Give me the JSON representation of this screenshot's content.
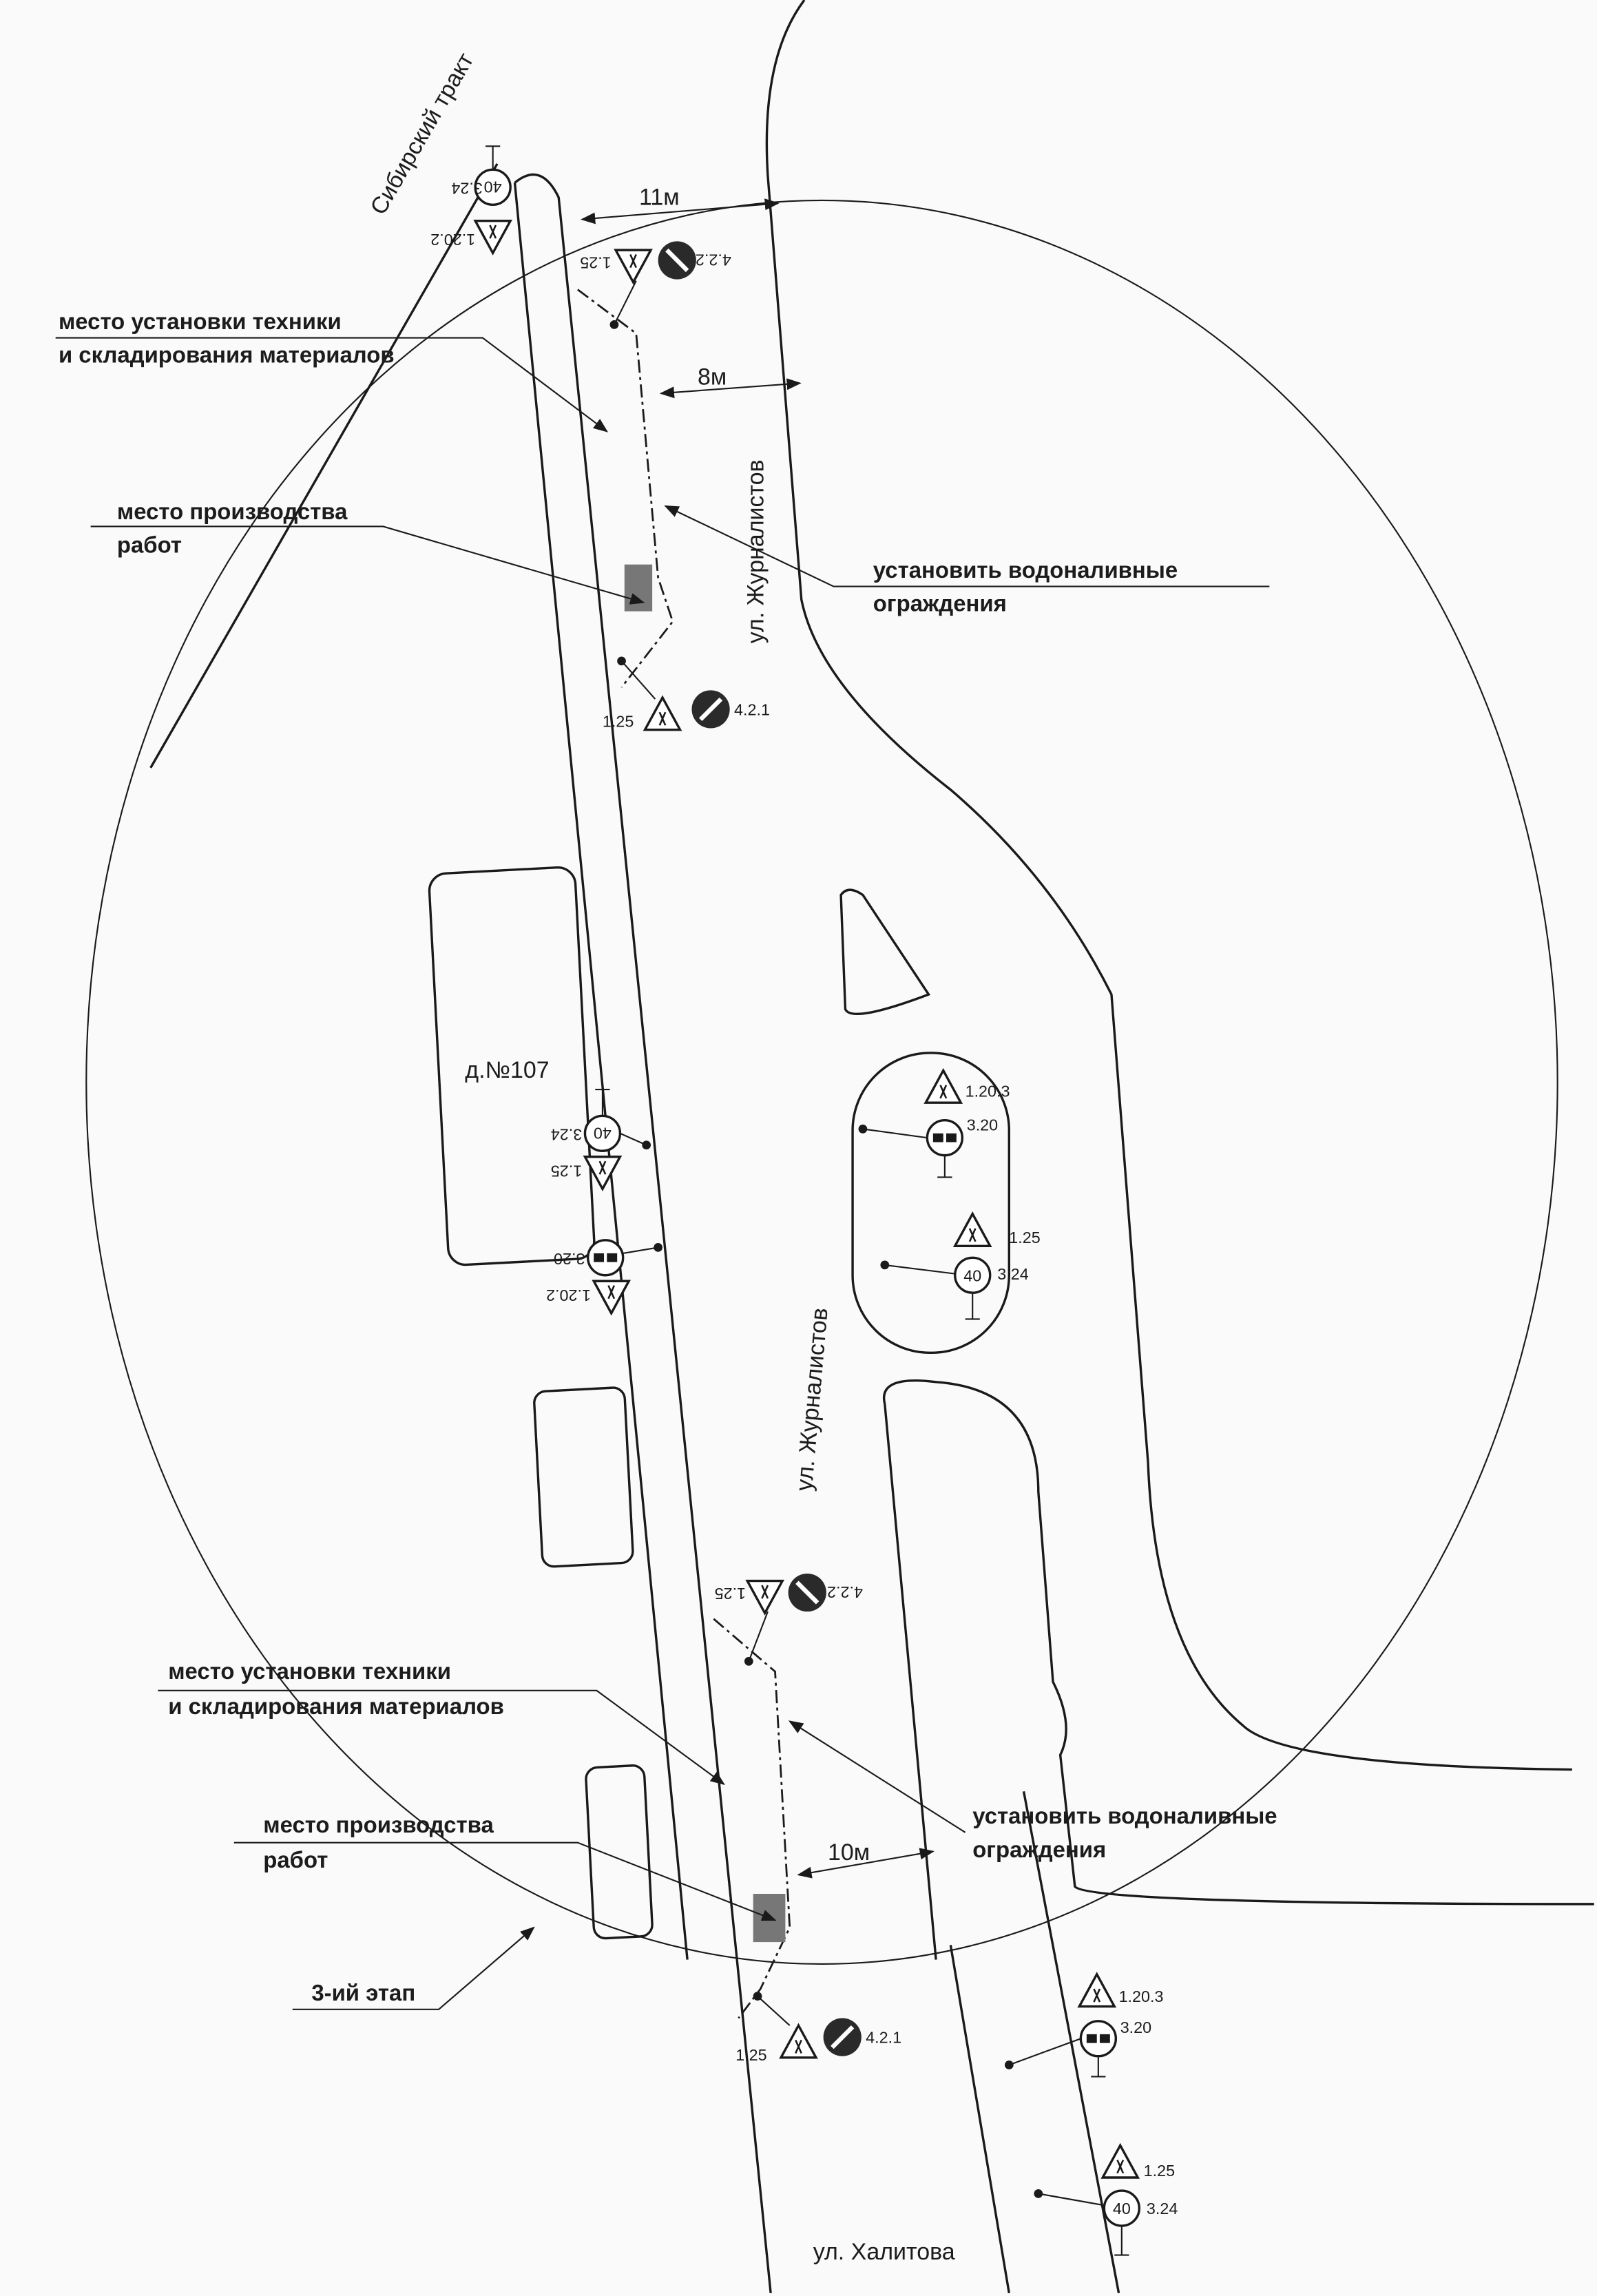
{
  "streets": {
    "sibirsky": "Сибирский тракт",
    "zhurnalistov_top": "ул. Журналистов",
    "zhurnalistov_mid": "ул. Журналистов",
    "khalitova": "ул. Халитова"
  },
  "building": "д.№107",
  "callouts": {
    "equip_top": [
      "место установки техники",
      "и складирования материалов"
    ],
    "work_top": [
      "место производства",
      "работ"
    ],
    "barrier_top": [
      "установить водоналивные",
      "ограждения"
    ],
    "equip_bottom": [
      "место установки техники",
      "и складирования материалов"
    ],
    "work_bottom": [
      "место производства",
      "работ"
    ],
    "barrier_bottom": [
      "установить водоналивные",
      "ограждения"
    ],
    "stage": "3-ий этап"
  },
  "dimensions": {
    "d1": "11м",
    "d2": "8м",
    "d3": "10м"
  },
  "signs": {
    "speed": "40",
    "s324": "3.24",
    "s1202": "1.20.2",
    "s1203": "1.20.3",
    "s125": "1.25",
    "s320": "3.20",
    "s422": "4.2.2",
    "s421": "4.2.1"
  }
}
